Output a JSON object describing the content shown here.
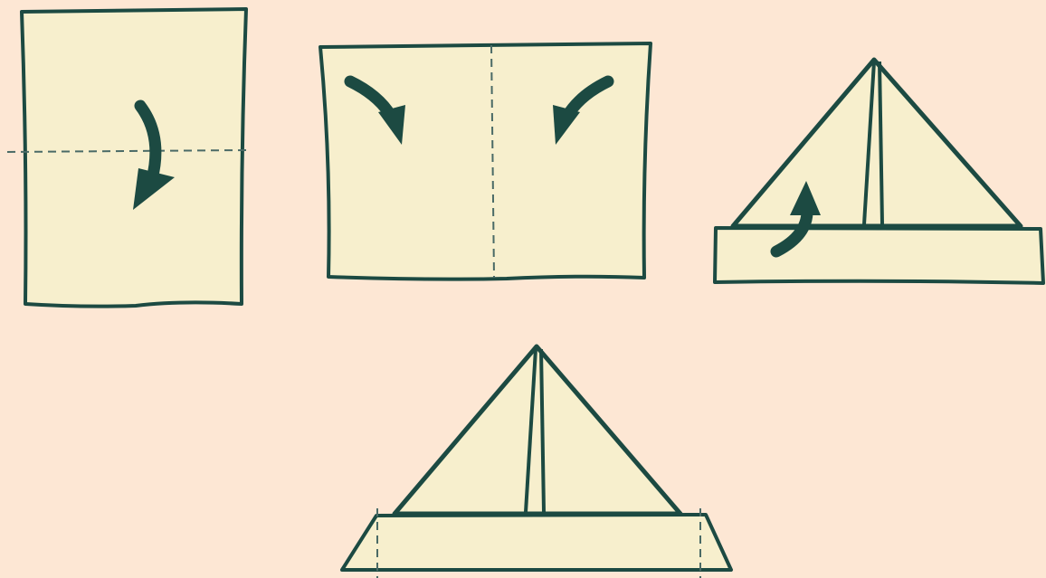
{
  "colors": {
    "background": "#fde7d4",
    "paper": "#f7efcd",
    "outline": "#1c4a42",
    "arrow": "#1c4a42",
    "fold_line": "#4a6a66"
  },
  "steps": [
    {
      "fold_line": "horizontal",
      "arrows": [
        "fold-down"
      ]
    },
    {
      "fold_line": "vertical",
      "arrows": [
        "fold-corner-left",
        "fold-corner-right"
      ]
    },
    {
      "fold_line": "none",
      "arrows": [
        "fold-brim-up"
      ]
    },
    {
      "fold_line": "vertical-brim-edges",
      "arrows": []
    }
  ]
}
